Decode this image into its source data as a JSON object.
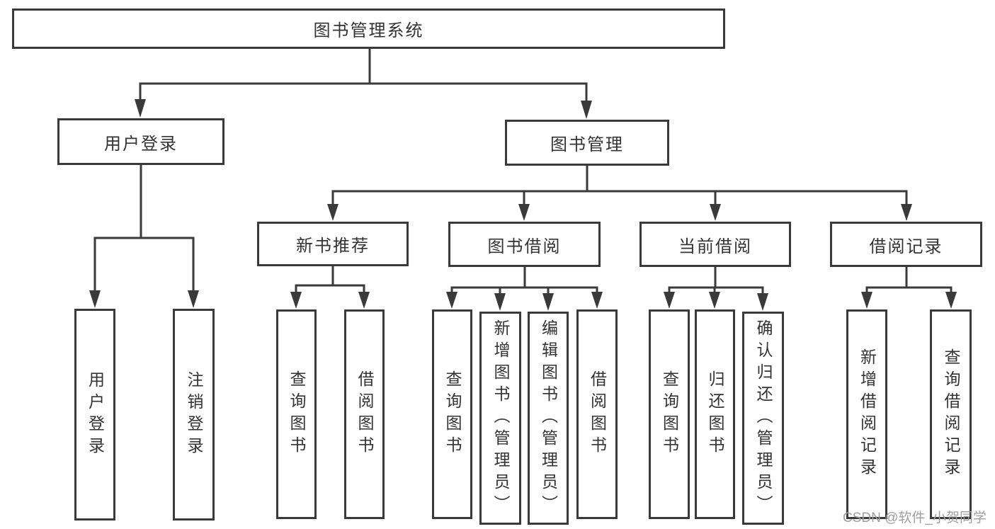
{
  "diagram": {
    "root": {
      "label": "图书管理系统"
    },
    "level2": [
      {
        "label": "用户登录",
        "children": [
          {
            "label": "用户登录"
          },
          {
            "label": "注销登录"
          }
        ]
      },
      {
        "label": "图书管理",
        "children": [
          {
            "label": "新书推荐",
            "children": [
              {
                "label": "查询图书"
              },
              {
                "label": "借阅图书"
              }
            ]
          },
          {
            "label": "图书借阅",
            "children": [
              {
                "label": "查询图书"
              },
              {
                "label": "新增图书（管理员）"
              },
              {
                "label": "编辑图书（管理员）"
              },
              {
                "label": "借阅图书"
              }
            ]
          },
          {
            "label": "当前借阅",
            "children": [
              {
                "label": "查询图书"
              },
              {
                "label": "归还图书"
              },
              {
                "label": "确认归还（管理员）"
              }
            ]
          },
          {
            "label": "借阅记录",
            "children": [
              {
                "label": "新增借阅记录"
              },
              {
                "label": "查询借阅记录"
              }
            ]
          }
        ]
      }
    ]
  },
  "watermark": {
    "text": "CSDN @软件_小贺同学"
  },
  "colors": {
    "line": "#3a3a3a",
    "text": "#333333",
    "background": "#ffffff",
    "watermark": "#9e9e9e"
  }
}
